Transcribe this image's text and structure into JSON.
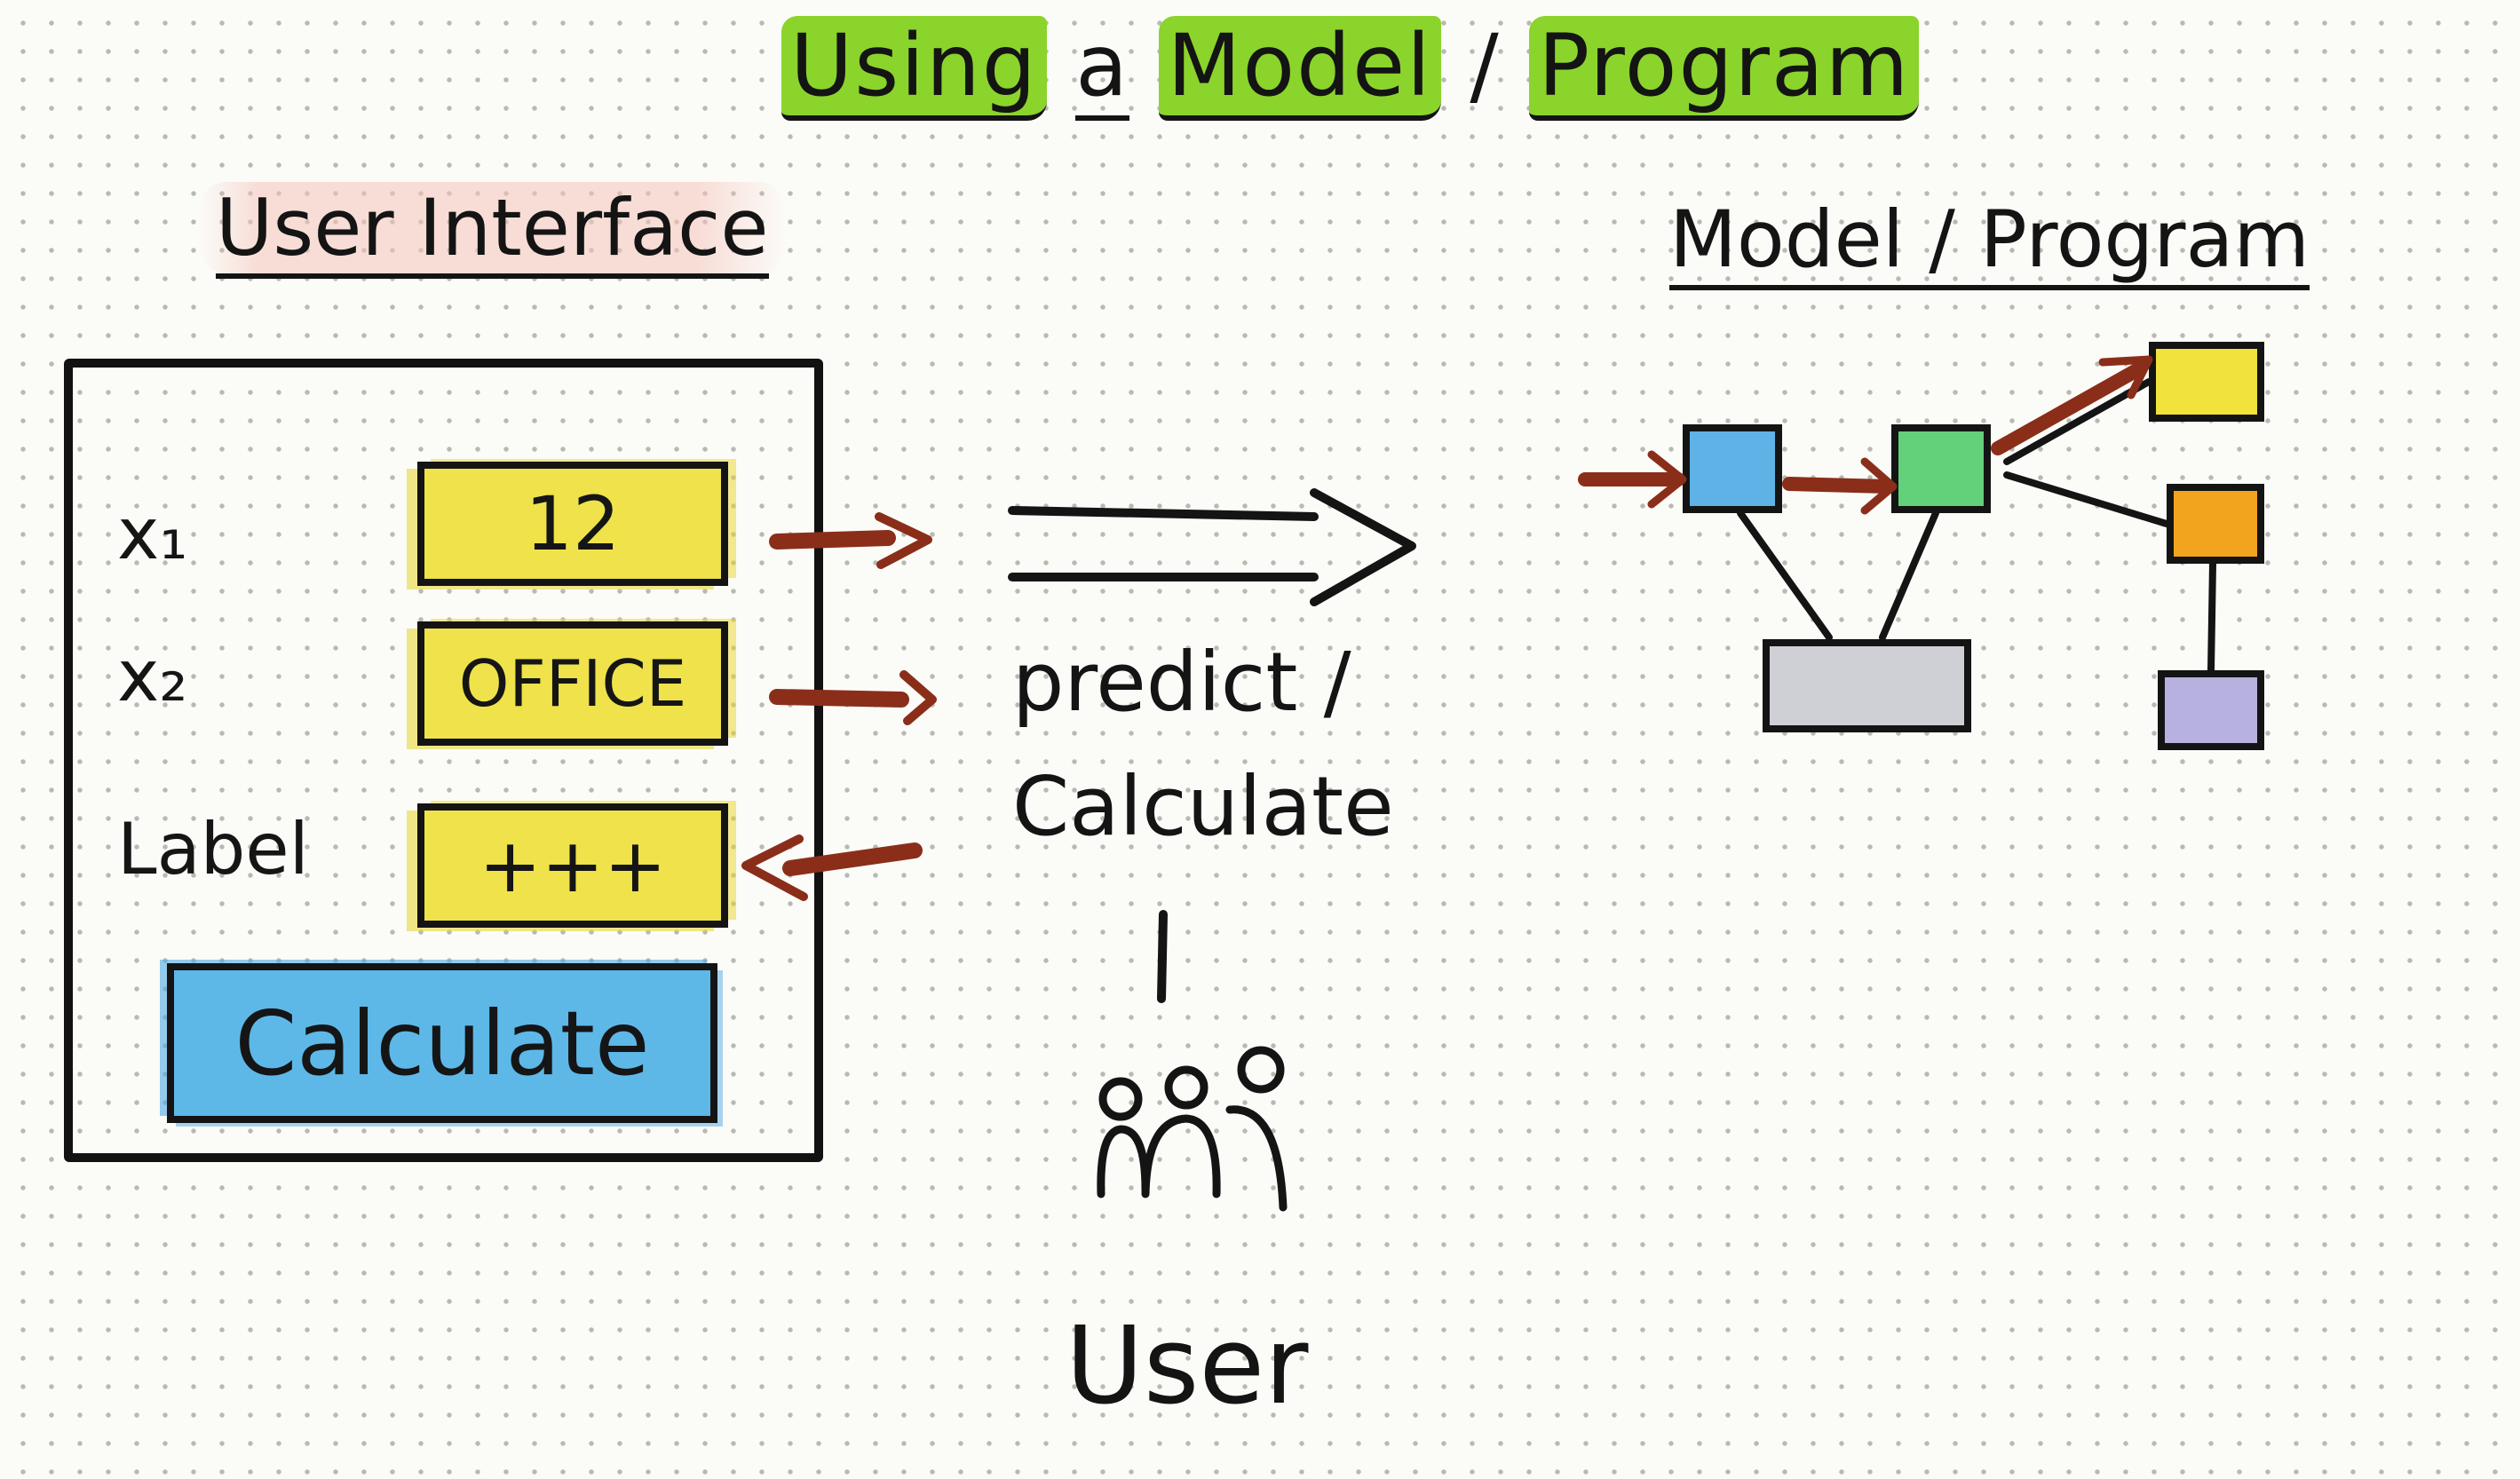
{
  "title": {
    "using": "Using",
    "a": "a",
    "model": "Model",
    "slash": "/",
    "program": "Program"
  },
  "sections": {
    "user_interface": "User Interface",
    "model_program": "Model / Program"
  },
  "form": {
    "x1_label": "x₁",
    "x2_label": "x₂",
    "label_label": "Label",
    "x1_value": "12",
    "x2_value": "OFFICE",
    "label_value": "+++",
    "button_label": "Calculate"
  },
  "middle": {
    "predict": "predict /",
    "calculate": "Calculate",
    "user": "User"
  },
  "colors": {
    "title_highlight": "#8bd42b",
    "input_fill": "#efe24a",
    "button_fill": "#5db8e8",
    "arrow": "#8a2e1a",
    "node_blue": "#5fb2e6",
    "node_green": "#63d07a",
    "node_yellow": "#f1e23c",
    "node_orange": "#f2a41f",
    "node_lavender": "#b6b1df",
    "node_gray": "#cfcfd6"
  }
}
